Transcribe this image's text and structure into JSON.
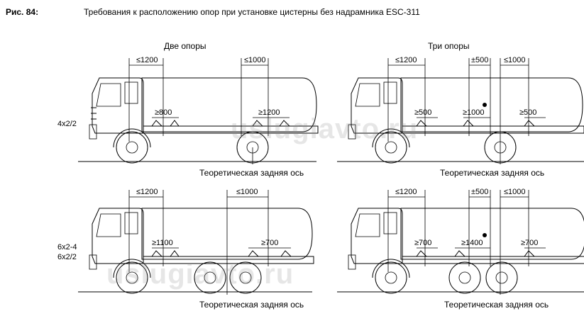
{
  "figure": {
    "label": "Рис. 84:",
    "title": "Требования к расположению опор при установке цистерны без надрамника ESC-311"
  },
  "columns": {
    "two_supports": "Две опоры",
    "three_supports": "Три опоры"
  },
  "rows": {
    "row1_config": "4x2/2",
    "row2_config_a": "6x2-4",
    "row2_config_b": "6x2/2"
  },
  "axis_label": "Теоретическая задняя ось",
  "panels": {
    "tl": {
      "top_a": "≤1200",
      "top_b": "≤1000",
      "low_a": "≥800",
      "low_b": "≥1200"
    },
    "tr": {
      "top_a": "≤1200",
      "top_c": "±500",
      "top_b": "≤1000",
      "low_a": "≥500",
      "low_c": "≥1000",
      "low_b": "≥500"
    },
    "bl": {
      "top_a": "≤1200",
      "top_b": "≤1000",
      "low_a": "≥1100",
      "low_b": "≥700"
    },
    "br": {
      "top_a": "≤1200",
      "top_c": "±500",
      "top_b": "≤1000",
      "low_a": "≥700",
      "low_c": "≥1400",
      "low_b": "≥700"
    }
  },
  "watermark": "uslugiavto.ru"
}
